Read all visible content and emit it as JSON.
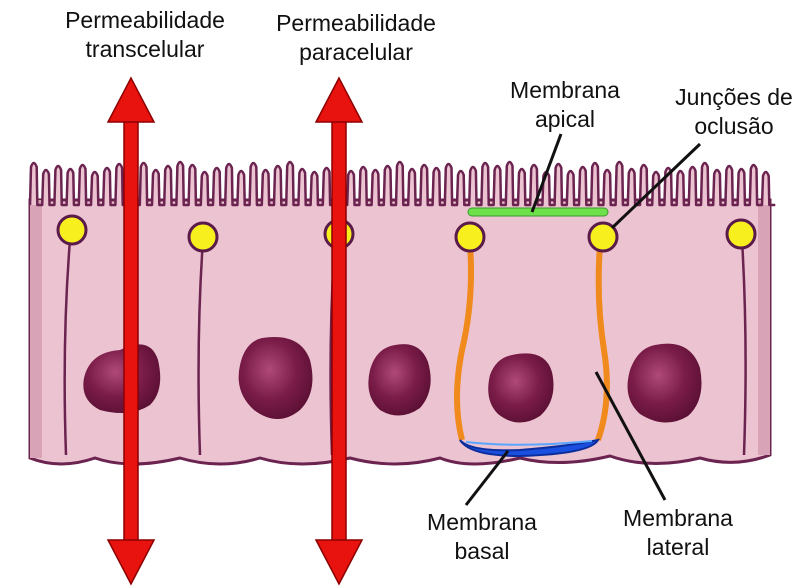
{
  "labels": {
    "transcellular": {
      "line1": "Permeabilidade",
      "line2": "transcelular"
    },
    "paracellular": {
      "line1": "Permeabilidade",
      "line2": "paracelular"
    },
    "apical": {
      "line1": "Membrana",
      "line2": "apical"
    },
    "tight_junctions": {
      "line1": "Junções de",
      "line2": "oclusão"
    },
    "basal": {
      "line1": "Membrana",
      "line2": "basal"
    },
    "lateral": {
      "line1": "Membrana",
      "line2": "lateral"
    }
  },
  "colors": {
    "arrow": "#e8130f",
    "cell_fill": "#ecc3d0",
    "cell_outline": "#6b2350",
    "nucleus": "#7a1c48",
    "junction": "#f7ef1e",
    "apical_membrane": "#6ee04a",
    "lateral_membrane": "#f08a1c",
    "basal_membrane": "#1a4fe0"
  }
}
